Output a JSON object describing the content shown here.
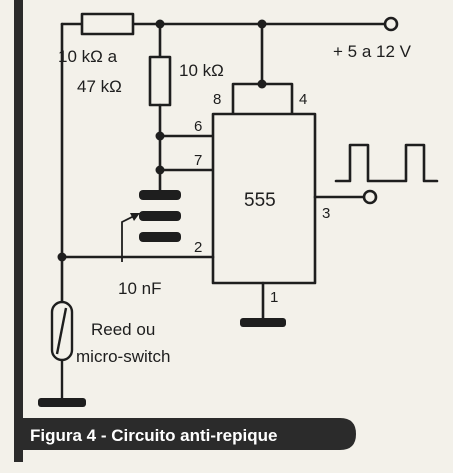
{
  "labels": {
    "resistor_top": "10 kΩ a",
    "resistor_top_line2": "47 kΩ",
    "resistor_mid": "10 kΩ",
    "supply": "+ 5 a 12 V",
    "pin8": "8",
    "pin4": "4",
    "pin6": "6",
    "pin7": "7",
    "pin2": "2",
    "pin3": "3",
    "pin1": "1",
    "chip": "555",
    "capacitor": "10 nF",
    "switch_line1": "Reed ou",
    "switch_line2": "micro-switch"
  },
  "caption": "Figura 4 - Circuito anti-repique",
  "colors": {
    "ink": "#1e1e1e",
    "paper": "#f3f1ea",
    "caption_bg": "#2b2b2b",
    "caption_text": "#ffffff"
  }
}
